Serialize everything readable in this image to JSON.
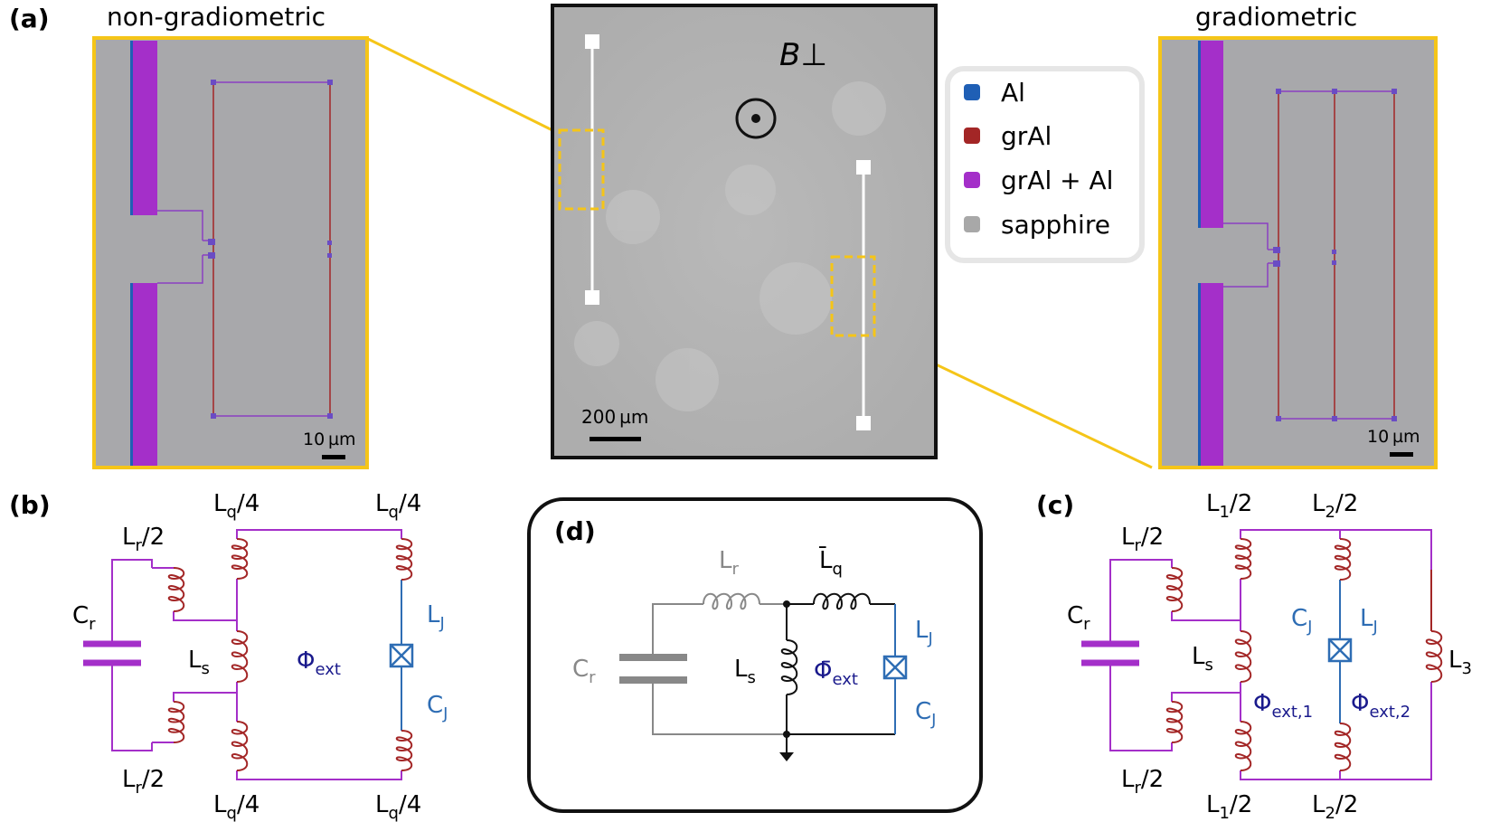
{
  "panels": {
    "a": {
      "label": "(a)",
      "left_title": "non-gradiometric",
      "right_title": "gradiometric",
      "left_scalebar": "10 µm",
      "right_scalebar": "10 µm",
      "center_scalebar": "200 µm",
      "field_label": "B⊥"
    },
    "b": {
      "label": "(b)"
    },
    "c": {
      "label": "(c)"
    },
    "d": {
      "label": "(d)"
    }
  },
  "legend": {
    "items": [
      {
        "label": "Al",
        "color": "#1f5fb5"
      },
      {
        "label": "grAl",
        "color": "#a32626"
      },
      {
        "label": "grAl + Al",
        "color": "#a42fc9"
      },
      {
        "label": "sapphire",
        "color": "#a8a8a8"
      }
    ]
  },
  "colors": {
    "highlight": "#f5c518",
    "grAl": "#a32626",
    "grAl_Al": "#a42fc9",
    "Al": "#2e6db4",
    "sapphire": "#a8a8ab",
    "phi": "#1a1a8c",
    "gray_circuit": "#888888"
  },
  "circuit_b": {
    "Cr": "C_r",
    "Lr_top": "L_r/2",
    "Lr_bottom": "L_r/2",
    "Lq_tl": "L_q/4",
    "Lq_tr": "L_q/4",
    "Lq_bl": "L_q/4",
    "Lq_br": "L_q/4",
    "Ls": "L_s",
    "LJ": "L_J",
    "CJ": "C_J",
    "phi": "Φ_ext"
  },
  "circuit_c": {
    "Cr": "C_r",
    "Lr_top": "L_r/2",
    "Lr_bottom": "L_r/2",
    "L1_top": "L_1/2",
    "L2_top": "L_2/2",
    "L1_bottom": "L_1/2",
    "L2_bottom": "L_2/2",
    "L3": "L_3",
    "Ls": "L_s",
    "LJ": "L_J",
    "CJ": "C_J",
    "phi1": "Φ_ext,1",
    "phi2": "Φ_ext,2"
  },
  "circuit_d": {
    "Cr": "C_r",
    "Lr": "L_r",
    "Lq": "L̄_q",
    "Ls": "L_s",
    "LJ": "L_J",
    "CJ": "C_J",
    "phi": "Φ̄_ext"
  }
}
